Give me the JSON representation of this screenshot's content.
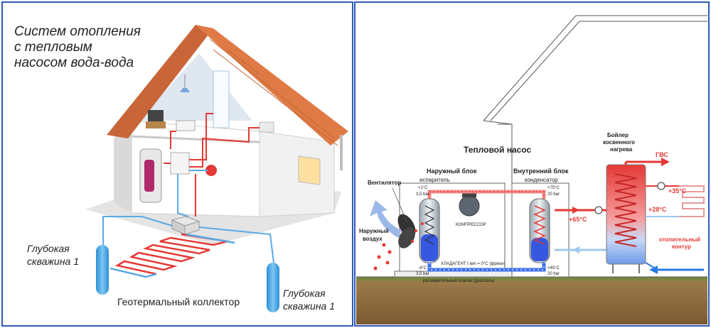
{
  "left_panel": {
    "title": [
      "Систем отопления",
      "с тепловым",
      "насосом вода-вода"
    ],
    "well_1": [
      "Глубокая",
      "скважина 1"
    ],
    "well_2": [
      "Глубокая",
      "скважина 1"
    ],
    "collector": "Геотермальный коллектор"
  },
  "right_panel": {
    "heat_pump": "Тепловой насос",
    "outdoor_unit": "Наружный блок",
    "indoor_unit": "Внутренний блок",
    "evaporator": "испаритель",
    "condenser": "конденсатор",
    "compressor": "КОМПРЕССОР",
    "fan": "Вентилятор",
    "outside_air": [
      "Наружный",
      "воздух"
    ],
    "evap_in_temp": "+1°C",
    "evap_in_pressure": "3,5 bar",
    "evap_out_temp": "-4°C",
    "evap_out_pressure": "3,5 bar",
    "cond_in_temp": "+75°C",
    "cond_in_pressure": "20 bar",
    "cond_out_temp": "+45°C",
    "cond_out_pressure": "20 bar",
    "refrigerant": "ХЛАДАГЕНТ t кип = 0°C (фреон)",
    "expansion_valve": "расширительный клапан (дроссель)",
    "boiler_title": [
      "Бойлер",
      "косвенного",
      "нагрева"
    ],
    "dhw": "ГВС",
    "temp_supply": "+65°C",
    "temp_35": "+35°C",
    "temp_28": "+28°C",
    "heating_circuit": [
      "отопительный",
      "контур"
    ]
  },
  "colors": {
    "border": "#2f5bb7",
    "hot": "#e53935",
    "cold": "#1e5adf",
    "pipe_blue": "#5aa9e6",
    "roof": "#e07a45",
    "ground": "#8a6a3f"
  }
}
